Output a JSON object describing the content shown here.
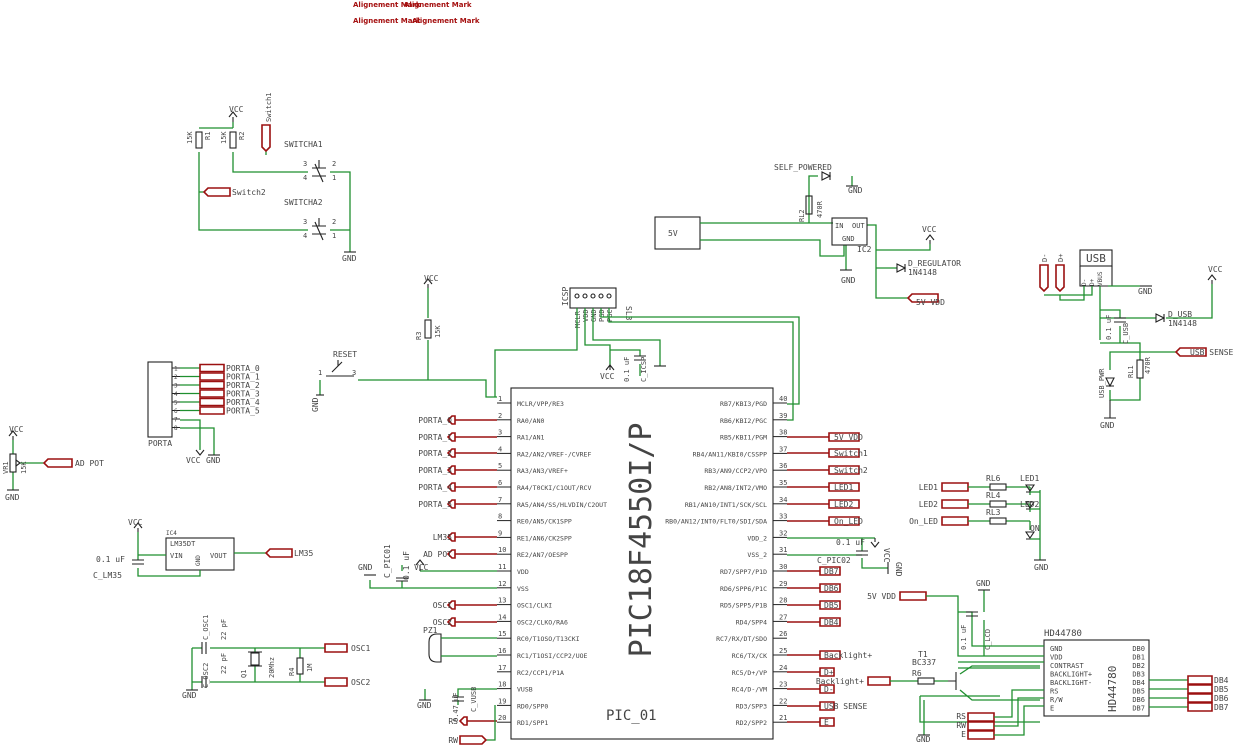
{
  "alignment_marks": [
    "Alignement Mark",
    "Alignement Mark",
    "Alignement Mark",
    "Alignement Mark"
  ],
  "pic": {
    "part": "PIC18F4550I/P",
    "name": "PIC_01",
    "left_pins": [
      {
        "num": "1",
        "name": "MCLR/VPP/RE3"
      },
      {
        "num": "2",
        "name": "RA0/AN0"
      },
      {
        "num": "3",
        "name": "RA1/AN1"
      },
      {
        "num": "4",
        "name": "RA2/AN2/VREF-/CVREF"
      },
      {
        "num": "5",
        "name": "RA3/AN3/VREF+"
      },
      {
        "num": "6",
        "name": "RA4/T0CKI/C1OUT/RCV"
      },
      {
        "num": "7",
        "name": "RA5/AN4/SS/HLVDIN/C2OUT"
      },
      {
        "num": "8",
        "name": "RE0/AN5/CK1SPP"
      },
      {
        "num": "9",
        "name": "RE1/AN6/CK2SPP"
      },
      {
        "num": "10",
        "name": "RE2/AN7/OESPP"
      },
      {
        "num": "11",
        "name": "VDD"
      },
      {
        "num": "12",
        "name": "VSS"
      },
      {
        "num": "13",
        "name": "OSC1/CLKI"
      },
      {
        "num": "14",
        "name": "OSC2/CLKO/RA6"
      },
      {
        "num": "15",
        "name": "RC0/T1OSO/T13CKI"
      },
      {
        "num": "16",
        "name": "RC1/T1OSI/CCP2/UOE"
      },
      {
        "num": "17",
        "name": "RC2/CCP1/P1A"
      },
      {
        "num": "18",
        "name": "VUSB"
      },
      {
        "num": "19",
        "name": "RD0/SPP0"
      },
      {
        "num": "20",
        "name": "RD1/SPP1"
      }
    ],
    "right_pins": [
      {
        "num": "40",
        "name": "RB7/KBI3/PGD"
      },
      {
        "num": "39",
        "name": "RB6/KBI2/PGC"
      },
      {
        "num": "38",
        "name": "RB5/KBI1/PGM"
      },
      {
        "num": "37",
        "name": "RB4/AN11/KBI0/CSSPP"
      },
      {
        "num": "36",
        "name": "RB3/AN9/CCP2/VPO"
      },
      {
        "num": "35",
        "name": "RB2/AN8/INT2/VMO"
      },
      {
        "num": "34",
        "name": "RB1/AN10/INT1/SCK/SCL"
      },
      {
        "num": "33",
        "name": "RB0/AN12/INT0/FLT0/SDI/SDA"
      },
      {
        "num": "32",
        "name": "VDD_2"
      },
      {
        "num": "31",
        "name": "VSS_2"
      },
      {
        "num": "30",
        "name": "RD7/SPP7/P1D"
      },
      {
        "num": "29",
        "name": "RD6/SPP6/P1C"
      },
      {
        "num": "28",
        "name": "RD5/SPP5/P1B"
      },
      {
        "num": "27",
        "name": "RD4/SPP4"
      },
      {
        "num": "26",
        "name": "RC7/RX/DT/SDO"
      },
      {
        "num": "25",
        "name": "RC6/TX/CK"
      },
      {
        "num": "24",
        "name": "RC5/D+/VP"
      },
      {
        "num": "23",
        "name": "RC4/D-/VM"
      },
      {
        "num": "22",
        "name": "RD3/SPP3"
      },
      {
        "num": "21",
        "name": "RD2/SPP2"
      }
    ],
    "left_nets": [
      "PORTA_0",
      "PORTA_1",
      "PORTA_2",
      "PORTA_3",
      "PORTA_4",
      "PORTA_5",
      "LM35",
      "AD POT",
      "OSC1",
      "OSC2",
      "RS",
      "RW"
    ],
    "right_nets": [
      "5V VDD",
      "Switch1",
      "Switch2",
      "LED1",
      "LED2",
      "On_LED",
      "DB7",
      "DB6",
      "DB5",
      "DB4",
      "Backlight+",
      "D+",
      "D-",
      "USB SENSE",
      "E"
    ]
  },
  "switches": {
    "r1": "R1",
    "r1v": "15K",
    "r2": "R2",
    "r2v": "15K",
    "vcc": "VCC",
    "sw1": "SWITCHA1",
    "sw2": "SWITCHA2",
    "net1": "Switch1",
    "net2": "Switch2",
    "gnd": "GND",
    "pins": [
      "3",
      "2",
      "4",
      "1",
      "3",
      "2",
      "4",
      "1"
    ]
  },
  "reset": {
    "label": "RESET",
    "r3": "R3",
    "r3v": "15K",
    "vcc": "VCC",
    "gnd": "GND",
    "pin1": "1",
    "pin3": "3"
  },
  "icsp": {
    "name": "ICSP",
    "sl": "SL3",
    "pins": [
      "MCLR",
      "VDD",
      "GND",
      "PGD",
      "PGC"
    ],
    "cap": "0.1 uF",
    "cap_name": "C_ICSP",
    "vcc": "VCC"
  },
  "power": {
    "jack": "5V",
    "self": "SELF_POWERED",
    "rl2": "RL2",
    "rl2v": "470R",
    "ic_in": "IN",
    "ic_out": "OUT",
    "ic_gnd": "GND",
    "ic2": "IC2",
    "diode": "D_REGULATOR",
    "diode_v": "1N4148",
    "vcc": "VCC",
    "net": "5V VDD",
    "gnd": "GND"
  },
  "usb": {
    "name": "USB",
    "pins": [
      "D-",
      "D+",
      "VBUS"
    ],
    "cap": "0.1 uF",
    "cap_name": "C_USB",
    "diode": "D_USB",
    "diode_v": "1N4148",
    "vcc": "VCC",
    "rl1": "RL1",
    "rl1v": "470R",
    "led": "USB_PWR",
    "sense": "USB SENSE",
    "gnd": "GND"
  },
  "porta": {
    "name": "PORTA",
    "pins": [
      "1",
      "2",
      "3",
      "4",
      "5",
      "6",
      "7",
      "8"
    ],
    "nets": [
      "PORTA_0",
      "PORTA_1",
      "PORTA_2",
      "PORTA_3",
      "PORTA_4",
      "PORTA_5"
    ],
    "vcc": "VCC",
    "gnd": "GND"
  },
  "pot": {
    "name": "VR1",
    "value": "15K",
    "vcc": "VCC",
    "net": "AD POT",
    "gnd": "GND"
  },
  "lm35": {
    "name": "LM35DT",
    "ref": "IC4",
    "vin": "VIN",
    "gnd": "GND",
    "vout": "VOUT",
    "cap": "0.1 uF",
    "cap_name": "C_LM35",
    "vcc": "VCC",
    "net": "LM35"
  },
  "osc": {
    "cap1": "C_OSC1",
    "cap1v": "22 pF",
    "cap2": "C_OSC2",
    "cap2v": "22 pF",
    "q": "Q1",
    "qv": "20Mhz",
    "r4": "R4",
    "r4v": "1M",
    "net1": "OSC1",
    "net2": "OSC2",
    "gnd": "GND"
  },
  "pic_pwr": {
    "cap": "C_PIC01",
    "capv": "0.1 uF",
    "cap2": "C_PIC02",
    "cap2v": "0.1 uF",
    "vcc": "VCC",
    "gnd": "GND"
  },
  "buzzer": {
    "name": "PZ1"
  },
  "vusb_cap": {
    "name": "C_VUSB",
    "value": "0.47 uF",
    "gnd": "GND"
  },
  "leds": {
    "nets": [
      "LED1",
      "LED2",
      "On_LED"
    ],
    "res": [
      "RL6",
      "RL4",
      "RL3"
    ],
    "labels": [
      "LED1",
      "LED2",
      "ON"
    ],
    "gnd": "GND"
  },
  "lcd": {
    "name": "HD44780",
    "part": "HD44780",
    "net_vdd": "5V VDD",
    "cap": "0.1 uF",
    "cap_name": "C_LCD",
    "gnd": "GND",
    "t1": "T1",
    "t1v": "BC337",
    "r6": "R6",
    "backlight": "Backlight+",
    "left_pins": [
      "GND",
      "VDD",
      "CONTRAST",
      "BACKLIGHT+",
      "BACKLIGHT-",
      "RS",
      "R/W",
      "E"
    ],
    "right_pins": [
      "DB0",
      "DB1",
      "DB2",
      "DB3",
      "DB4",
      "DB5",
      "DB6",
      "DB7"
    ],
    "ctl_nets": [
      "RS",
      "RW",
      "E"
    ],
    "db_nets": [
      "DB4",
      "DB5",
      "DB6",
      "DB7"
    ]
  }
}
